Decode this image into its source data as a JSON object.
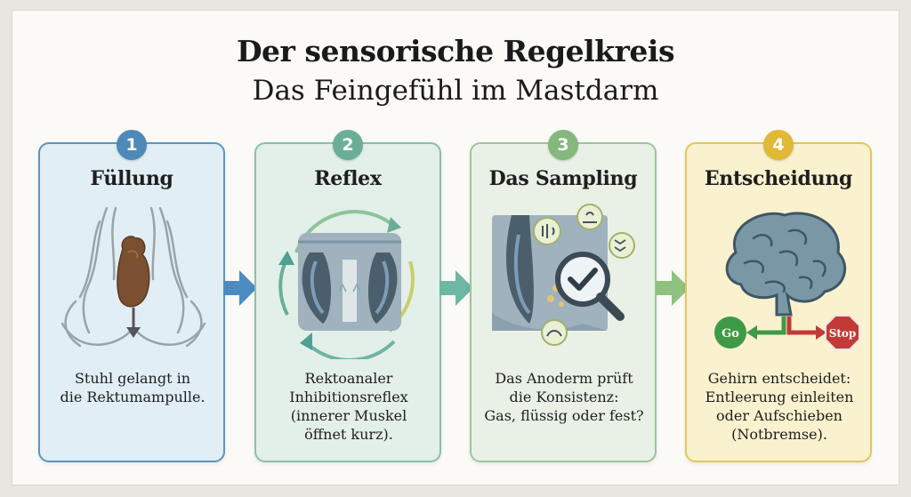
{
  "title": {
    "line1": "Der sensorische Regelkreis",
    "line2": "Das Feingefühl im Mastdarm"
  },
  "steps": [
    {
      "number": "1",
      "title": "Füllung",
      "text": [
        "Stuhl gelangt in",
        "die Rektumampulle."
      ],
      "accent": "#4f89b9"
    },
    {
      "number": "2",
      "title": "Reflex",
      "text": [
        "Rektoanaler",
        "Inhibitionsreflex",
        "(innerer Muskel",
        "öffnet kurz)."
      ],
      "accent": "#6aae97"
    },
    {
      "number": "3",
      "title": "Das Sampling",
      "text": [
        "Das Anoderm prüft",
        "die Konsistenz:",
        "Gas, flüssig oder fest?"
      ],
      "accent": "#84b87c"
    },
    {
      "number": "4",
      "title": "Entscheidung",
      "text": [
        "Gehirn entscheidet:",
        "Entleerung einleiten",
        "oder Aufschieben",
        "(Notbremse)."
      ],
      "accent": "#e0b935",
      "go_label": "Go",
      "stop_label": "Stop"
    }
  ],
  "colors": {
    "arrow_1": "#4a8cc0",
    "arrow_2": "#6eb7a4",
    "arrow_3": "#8ec27e",
    "stool": "#7a5030",
    "brain": "#7a97a6",
    "go": "#3f9a45",
    "stop": "#c23a36"
  }
}
